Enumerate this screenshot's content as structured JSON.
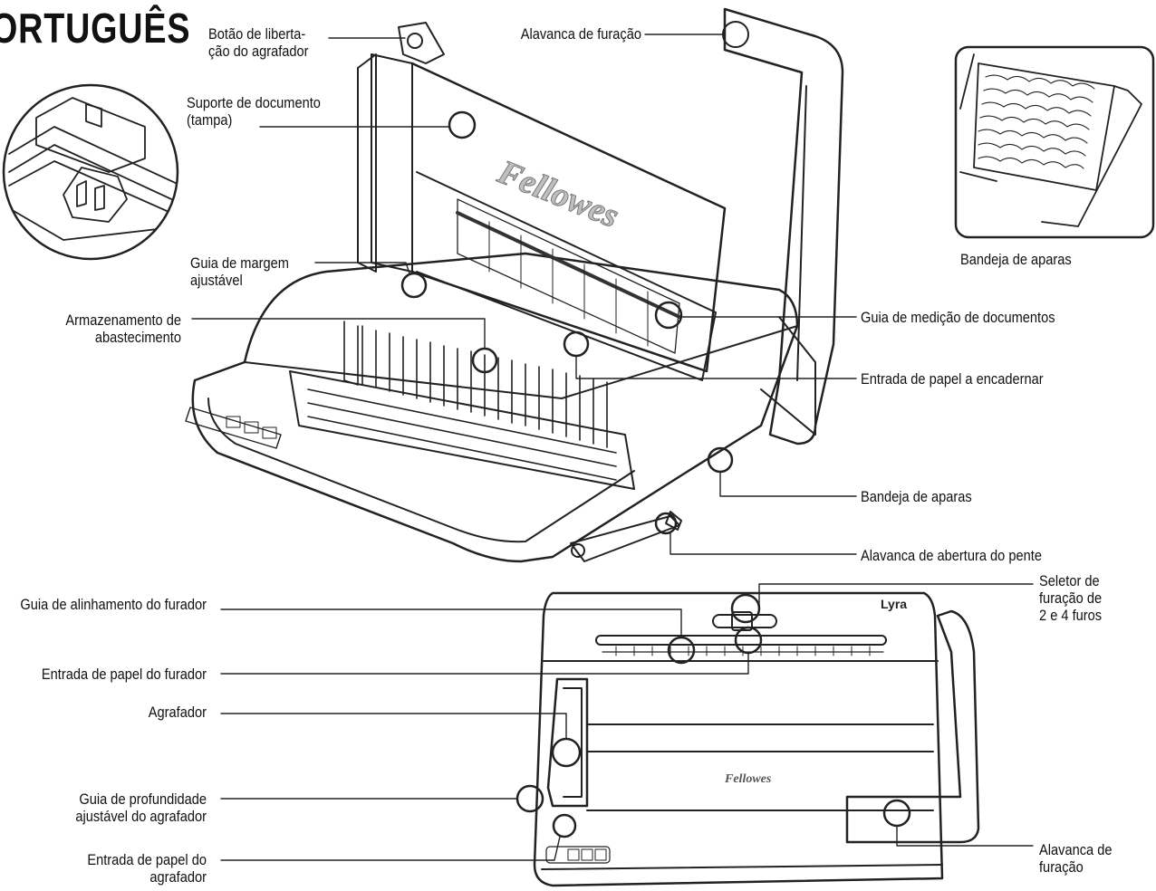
{
  "language_heading": "ORTUGUÊS",
  "brand_main": "Fellowes",
  "brand_small": "Fellowes",
  "model_badge": "Lyra",
  "labels": {
    "stapler_release": "Botão de liberta-\nção do agrafador",
    "punch_lever_top": "Alavanca de furação",
    "doc_support": "Suporte de documento\n(tampa)",
    "margin_guide": "Guia de margem\najustável",
    "supply_storage": "Armazenamento de\nabastecimento",
    "doc_measure_guide": "Guia de medição de documentos",
    "binding_entry": "Entrada de papel a encadernar",
    "waste_tray": "Bandeja de aparas",
    "comb_lever": "Alavanca de abertura do pente",
    "inset_waste_tray": "Bandeja de aparas",
    "punch_align_guide": "Guia de alinhamento do furador",
    "punch_entry": "Entrada de papel do furador",
    "stapler": "Agrafador",
    "stapler_depth_guide": "Guia de profundidade\najustável do agrafador",
    "stapler_entry": "Entrada de papel do agrafador",
    "hole_selector": "Seletor de\nfuração de\n2 e 4 furos",
    "punch_lever_bottom": "Alavanca de\nfuração"
  }
}
